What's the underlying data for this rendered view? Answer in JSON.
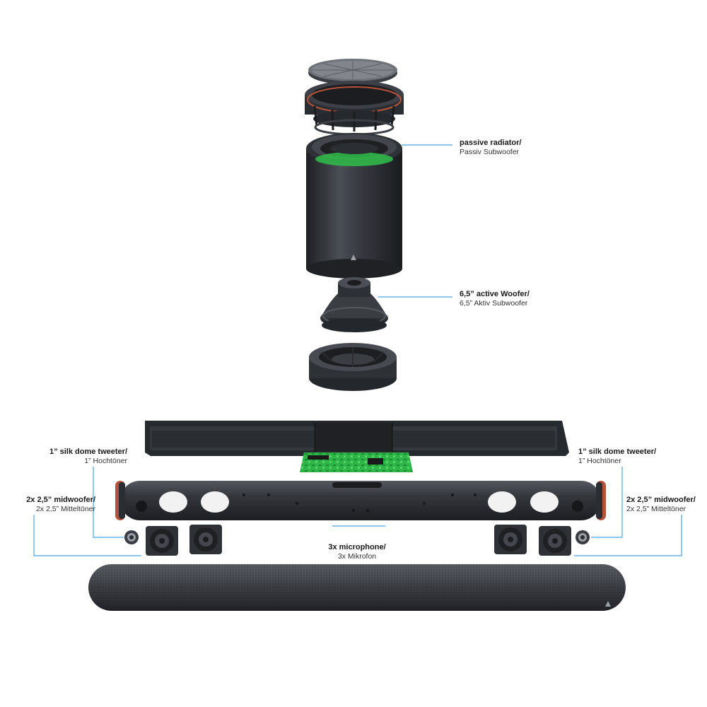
{
  "labels": {
    "passive_radiator": {
      "bold": "passive radiator/",
      "regular": "Passiv Subwoofer"
    },
    "active_woofer": {
      "bold": "6,5” active Woofer/",
      "regular": "6,5” Aktiv Subwoofer"
    },
    "tweeter_left": {
      "bold": "1” silk dome tweeter/",
      "regular": "1” Hochtöner"
    },
    "tweeter_right": {
      "bold": "1” silk dome tweeter/",
      "regular": "1” Hochtöner"
    },
    "midwoofer_left": {
      "bold": "2x 2,5” midwoofer/",
      "regular": "2x 2,5” Mitteltöner"
    },
    "midwoofer_right": {
      "bold": "2x 2,5” midwoofer/",
      "regular": "2x 2,5” Mitteltöner"
    },
    "microphone": {
      "bold": "3x microphone/",
      "regular": "3x Mikrofon"
    }
  },
  "colors": {
    "leader_line": "#4aa3df",
    "housing": "#2b2e33",
    "pcb": "#2fbf4a",
    "accent_ring": "#b5533a"
  }
}
